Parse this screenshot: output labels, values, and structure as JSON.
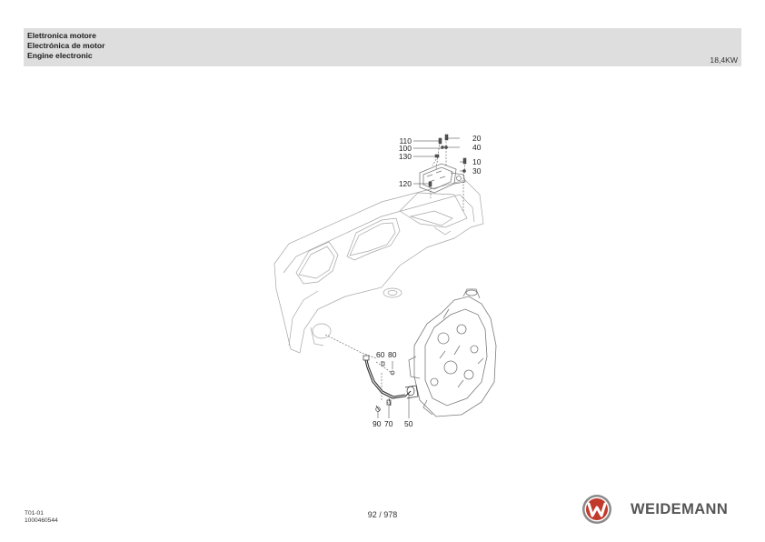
{
  "header": {
    "title_it": "Elettronica motore",
    "title_es": "Electrónica de motor",
    "title_en": "Engine electronic",
    "power": "18,4KW"
  },
  "callouts": {
    "c110": "110",
    "c100": "100",
    "c130": "130",
    "c120": "120",
    "c20": "20",
    "c40": "40",
    "c10": "10",
    "c30": "30",
    "c60": "60",
    "c80": "80",
    "c90": "90",
    "c70": "70",
    "c50": "50"
  },
  "footer": {
    "section_code": "T01-01",
    "document_number": "1000460544",
    "page": "92 / 978",
    "brand": "WEIDEMANN"
  },
  "colors": {
    "header_background": "#dedede",
    "drawing_line": "#9a9a9a",
    "logo_red": "#c0392b",
    "logo_grey": "#666666"
  }
}
